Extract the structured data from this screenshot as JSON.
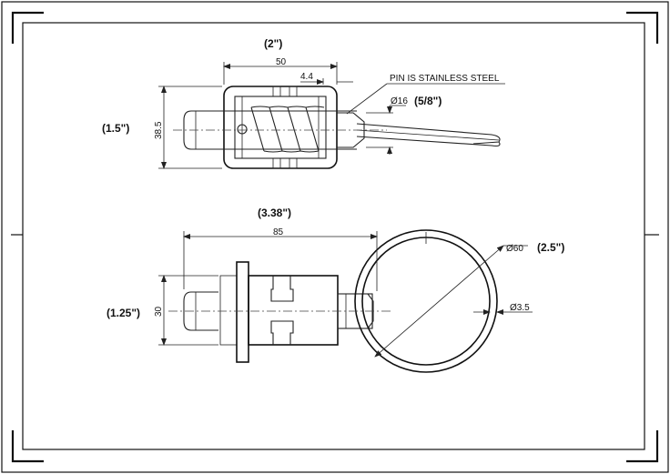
{
  "top_view": {
    "width_inch": "(2\")",
    "width_mm": "50",
    "offset_mm": "4.4",
    "note": "PIN IS STAINLESS STEEL",
    "pin_dia_mm": "Ø16",
    "pin_dia_inch": "(5/8\")",
    "height_inch": "(1.5\")",
    "height_mm": "38.5"
  },
  "front_view": {
    "length_inch": "(3.38\")",
    "length_mm": "85",
    "ring_dia_mm": "Ø60",
    "ring_dia_inch": "(2.5\")",
    "wire_dia_mm": "Ø3.5",
    "height_inch": "(1.25\")",
    "height_mm": "30"
  }
}
